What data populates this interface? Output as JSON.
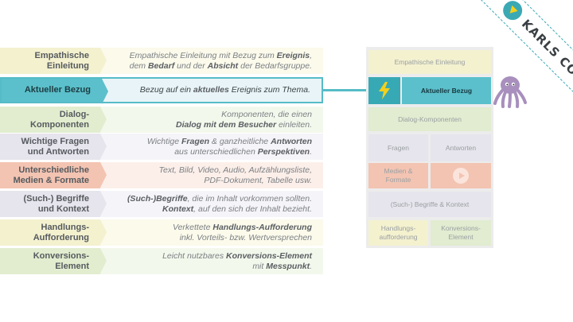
{
  "rows": [
    {
      "label_lines": [
        "Empathische",
        "Einleitung"
      ],
      "desc_lines": [
        [
          "Empathische Einleitung mit Bezug zum ",
          "*Ereignis",
          ","
        ],
        [
          "dem ",
          "*Bedarf",
          " und der ",
          "*Absicht",
          " der Bedarfsgruppe."
        ]
      ]
    },
    {
      "label_lines": [
        "Aktueller Bezug"
      ],
      "desc_lines": [
        [
          "Bezug auf ein ",
          "*aktuelles",
          " Ereignis zum Thema."
        ]
      ]
    },
    {
      "label_lines": [
        "Dialog-",
        "Komponenten"
      ],
      "desc_lines": [
        [
          "Komponenten, die einen"
        ],
        [
          "*Dialog mit dem Besucher",
          " einleiten."
        ]
      ]
    },
    {
      "label_lines": [
        "Wichtige Fragen",
        "und Antworten"
      ],
      "desc_lines": [
        [
          "Wichtige ",
          "*Fragen",
          " & ganzheitliche ",
          "*Antworten"
        ],
        [
          "aus unterschiedlichen ",
          "*Perspektiven",
          "."
        ]
      ]
    },
    {
      "label_lines": [
        "Unterschiedliche",
        "Medien & Formate"
      ],
      "desc_lines": [
        [
          "Text, Bild, Video, Audio, Aufzählungsliste,"
        ],
        [
          "PDF-Dokument, Tabelle usw."
        ]
      ]
    },
    {
      "label_lines": [
        "(Such-) Begriffe",
        "und Kontext"
      ],
      "desc_lines": [
        [
          "*(Such-)Begriffe",
          ", die im Inhalt vorkommen sollten."
        ],
        [
          "*Kontext",
          ", auf den sich der Inhalt bezieht."
        ]
      ]
    },
    {
      "label_lines": [
        "Handlungs-",
        "Aufforderung"
      ],
      "desc_lines": [
        [
          "Verkettete ",
          "*Handlungs-Aufforderung"
        ],
        [
          "inkl. Vorteils- bzw. Wertversprechen"
        ]
      ]
    },
    {
      "label_lines": [
        "Konversions-",
        "Element"
      ],
      "desc_lines": [
        [
          "Leicht nutzbares ",
          "*Konversions-Element"
        ],
        [
          "mit ",
          "*Messpunkt",
          "."
        ]
      ]
    }
  ],
  "mockup": {
    "empathische": "Empathische Einleitung",
    "aktueller": "Aktueller Bezug",
    "dialog": "Dialog-Komponenten",
    "fragen": "Fragen",
    "antworten": "Antworten",
    "medien_lines": [
      "Medien &",
      "Formate"
    ],
    "begriffe": "(Such-) Begriffe & Kontext",
    "handlung_lines": [
      "Handlungs-",
      "aufforderung"
    ],
    "konversion_lines": [
      "Konversions-",
      "Element"
    ]
  },
  "brand": {
    "name": "KARLS CORE"
  },
  "icons": {
    "bolt": "lightning-bolt-icon",
    "play": "play-icon",
    "mascot": "octopus-mascot-icon",
    "logo": "brand-logo-icon"
  },
  "colors": {
    "accent": "#55bcc7",
    "green": "#e2edcf",
    "yellow": "#f4f1cf",
    "gray": "#e6e4ec",
    "red": "#f3c4b2",
    "bolt": "#f4d01b",
    "mascot": "#a88fbd"
  }
}
